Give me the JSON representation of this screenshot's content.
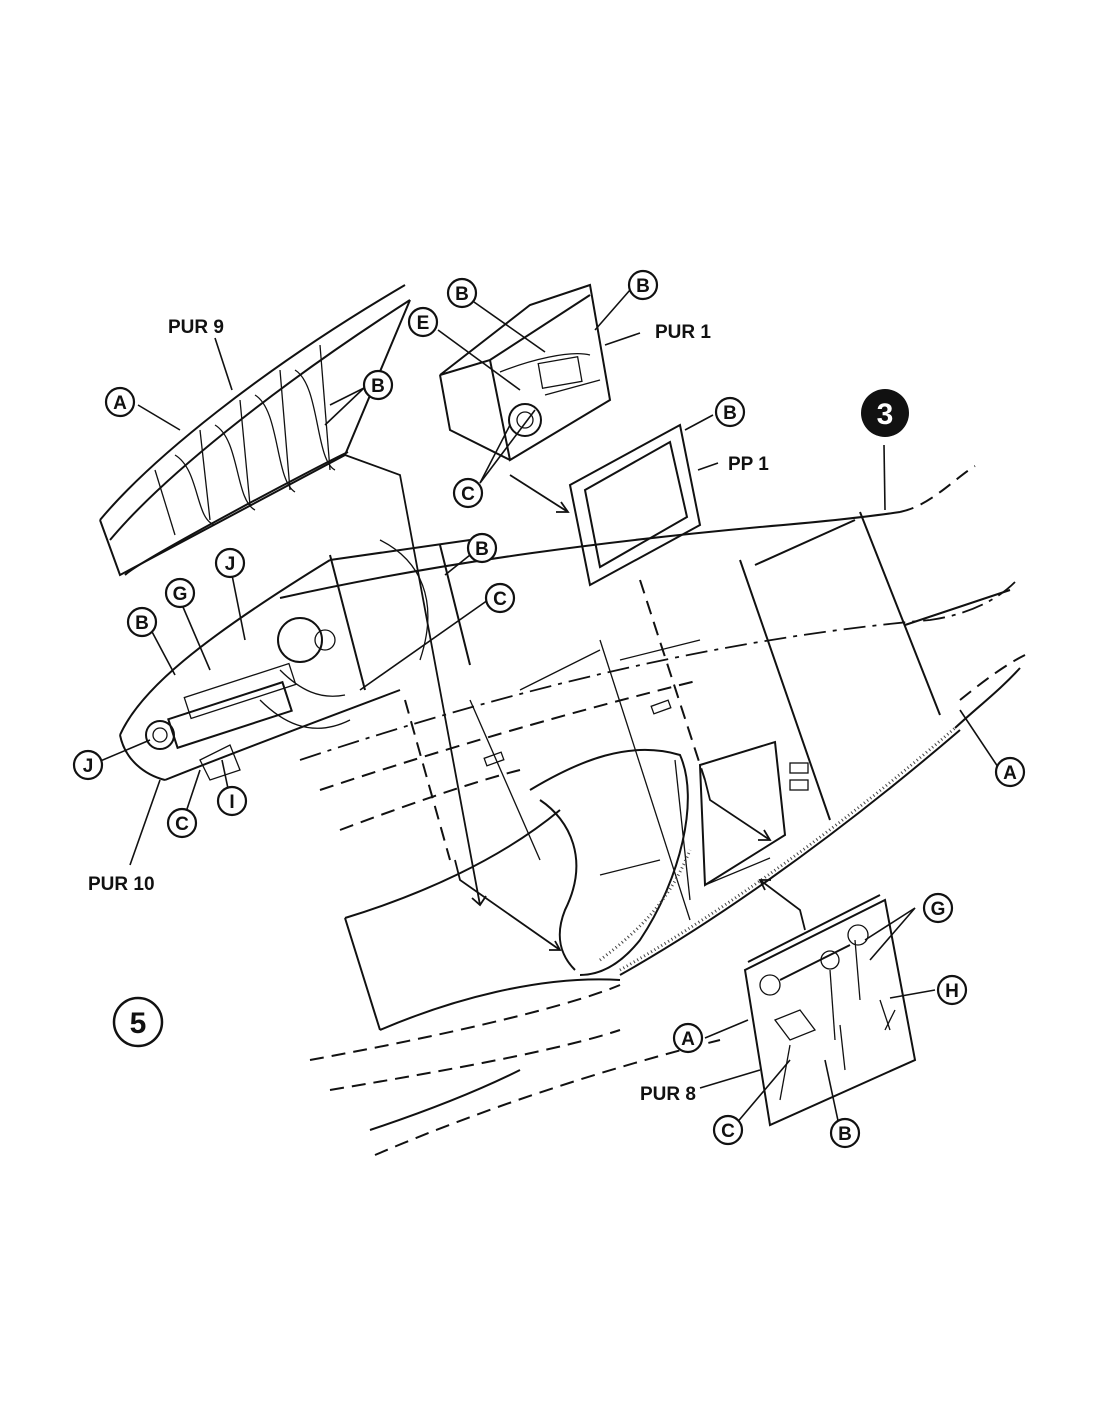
{
  "figure": {
    "step_number": "5",
    "reference_step": "3"
  },
  "parts": {
    "pur9": "PUR 9",
    "pur1": "PUR 1",
    "pp1": "PP 1",
    "pur10": "PUR 10",
    "pur8": "PUR 8"
  },
  "callouts": {
    "canopy_a": "A",
    "canopy_b": "B",
    "box_b_left": "B",
    "box_b_right": "B",
    "box_e": "E",
    "box_c": "C",
    "frame_b": "B",
    "gun_b_right": "B",
    "gun_c_right": "C",
    "gun_j_top": "J",
    "gun_g": "G",
    "gun_b_left": "B",
    "gun_j_left": "J",
    "gun_c_bottom": "C",
    "gun_i": "I",
    "fuselage_a": "A",
    "plate_g": "G",
    "plate_h": "H",
    "plate_a": "A",
    "plate_c": "C",
    "plate_b": "B"
  },
  "colors": {
    "ink": "#111111",
    "paper": "#ffffff",
    "badge_fill": "#111111"
  }
}
